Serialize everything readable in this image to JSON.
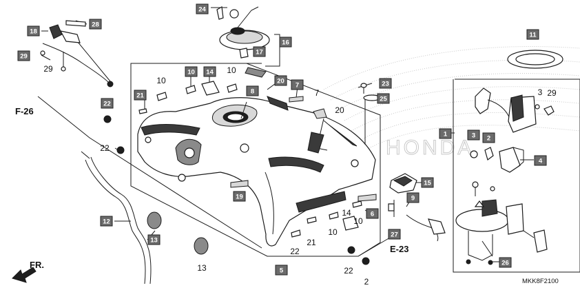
{
  "diagram_code": "MKK8F2100",
  "front_label": "FR.",
  "section_refs": {
    "left": "F-26",
    "right": "E-23"
  },
  "watermark_text": "HONDA",
  "tags": [
    "18",
    "28",
    "29",
    "22",
    "12",
    "13",
    "21",
    "10",
    "14",
    "8",
    "20",
    "7",
    "19",
    "6",
    "5",
    "15",
    "9",
    "27",
    "23",
    "25",
    "24",
    "16",
    "17",
    "11",
    "1",
    "3",
    "2",
    "4",
    "26"
  ],
  "plain_numbers": [
    "29",
    "10",
    "10",
    "7",
    "20",
    "22",
    "13",
    "14",
    "10",
    "10",
    "21",
    "22",
    "22",
    "2",
    "3",
    "29"
  ],
  "colors": {
    "tag_fill": "#6b6b6b",
    "tag_text": "#ffffff",
    "line": "#1a1a1a",
    "watermark": "#c8c8c8"
  }
}
